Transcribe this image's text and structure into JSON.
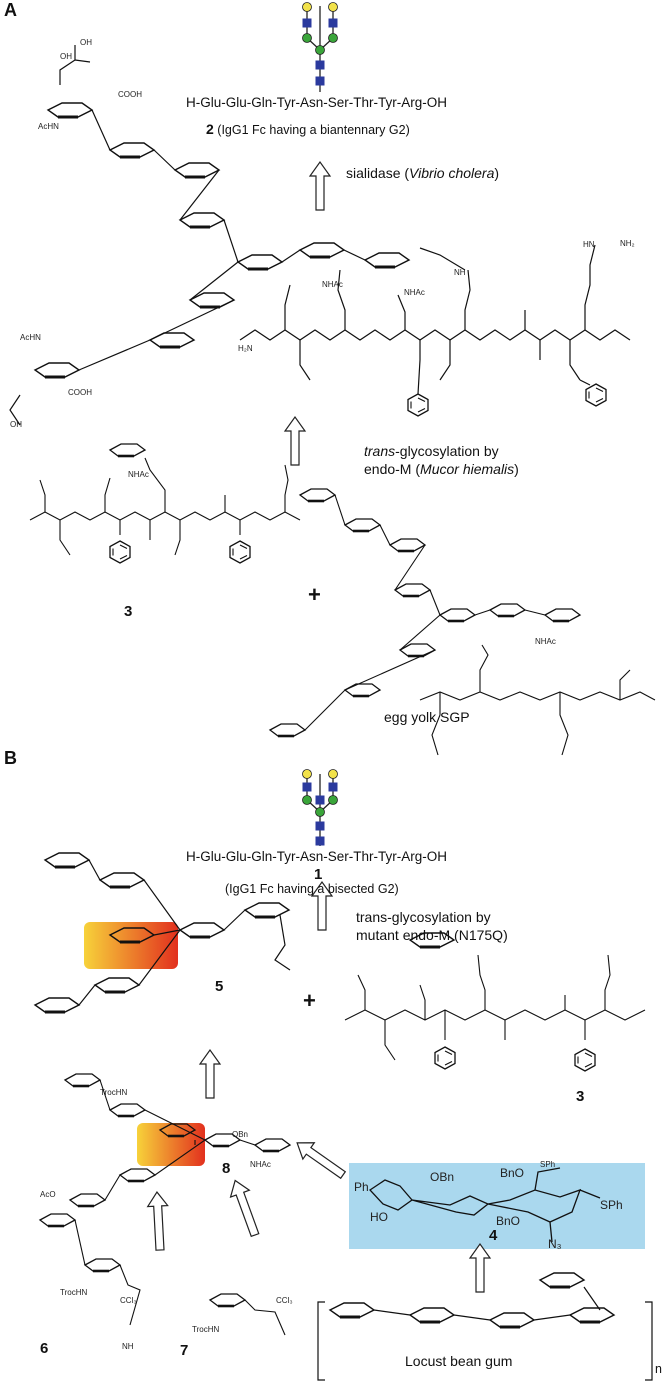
{
  "panels": {
    "a": "A",
    "b": "B"
  },
  "sequence": "H-Glu-Glu-Gln-Tyr-Asn-Ser-Thr-Tyr-Arg-OH",
  "compound2": {
    "number": "2",
    "caption": "(IgG1 Fc having a biantennary G2)"
  },
  "compound1": {
    "number": "1",
    "caption": "(IgG1 Fc having a bisected G2)"
  },
  "compound_numbers": {
    "c3": "3",
    "c4": "4",
    "c5": "5",
    "c6": "6",
    "c7": "7",
    "c8": "8"
  },
  "enzymes": {
    "sialidase_prefix": "sialidase (",
    "sialidase_species": "Vibrio cholera",
    "sialidase_suffix": ")",
    "transA_italic": "trans",
    "transA_rest": "-glycosylation by",
    "transA_line2_prefix": "endo-M (",
    "transA_species": "Mucor hiemalis",
    "transA_suffix": ")",
    "transB_line1": "trans-glycosylation by",
    "transB_line2": "mutant endo-M (N175Q)"
  },
  "reagents": {
    "sgp": "egg yolk SGP",
    "lbg": "Locust bean gum",
    "repeat": "n",
    "plus": "+"
  },
  "groups": {
    "oh": "OH",
    "ho": "HO",
    "cooh": "COOH",
    "achn": "AcHN",
    "nhac": "NHAc",
    "nh": "NH",
    "h2n": "H₂N",
    "nh2": "NH₂",
    "hn": "HN",
    "h2n_eq": "H₂N",
    "aco": "AcO",
    "trochn": "TrocHN",
    "sph": "SPh",
    "obn": "OBn",
    "bno": "BnO",
    "ph": "Ph",
    "n3": "N₃",
    "ccl3": "CCl₃",
    "o": "O",
    "n": "N",
    "nh_imine": "NH"
  },
  "colors": {
    "hexnac": "#2b3a9e",
    "hexose": "#3aa53a",
    "galactose": "#f2e24a",
    "highlight_start": "#f7d23a",
    "highlight_end": "#e2301e",
    "building_block_box": "#aad8ee",
    "arrow": "#222222"
  }
}
